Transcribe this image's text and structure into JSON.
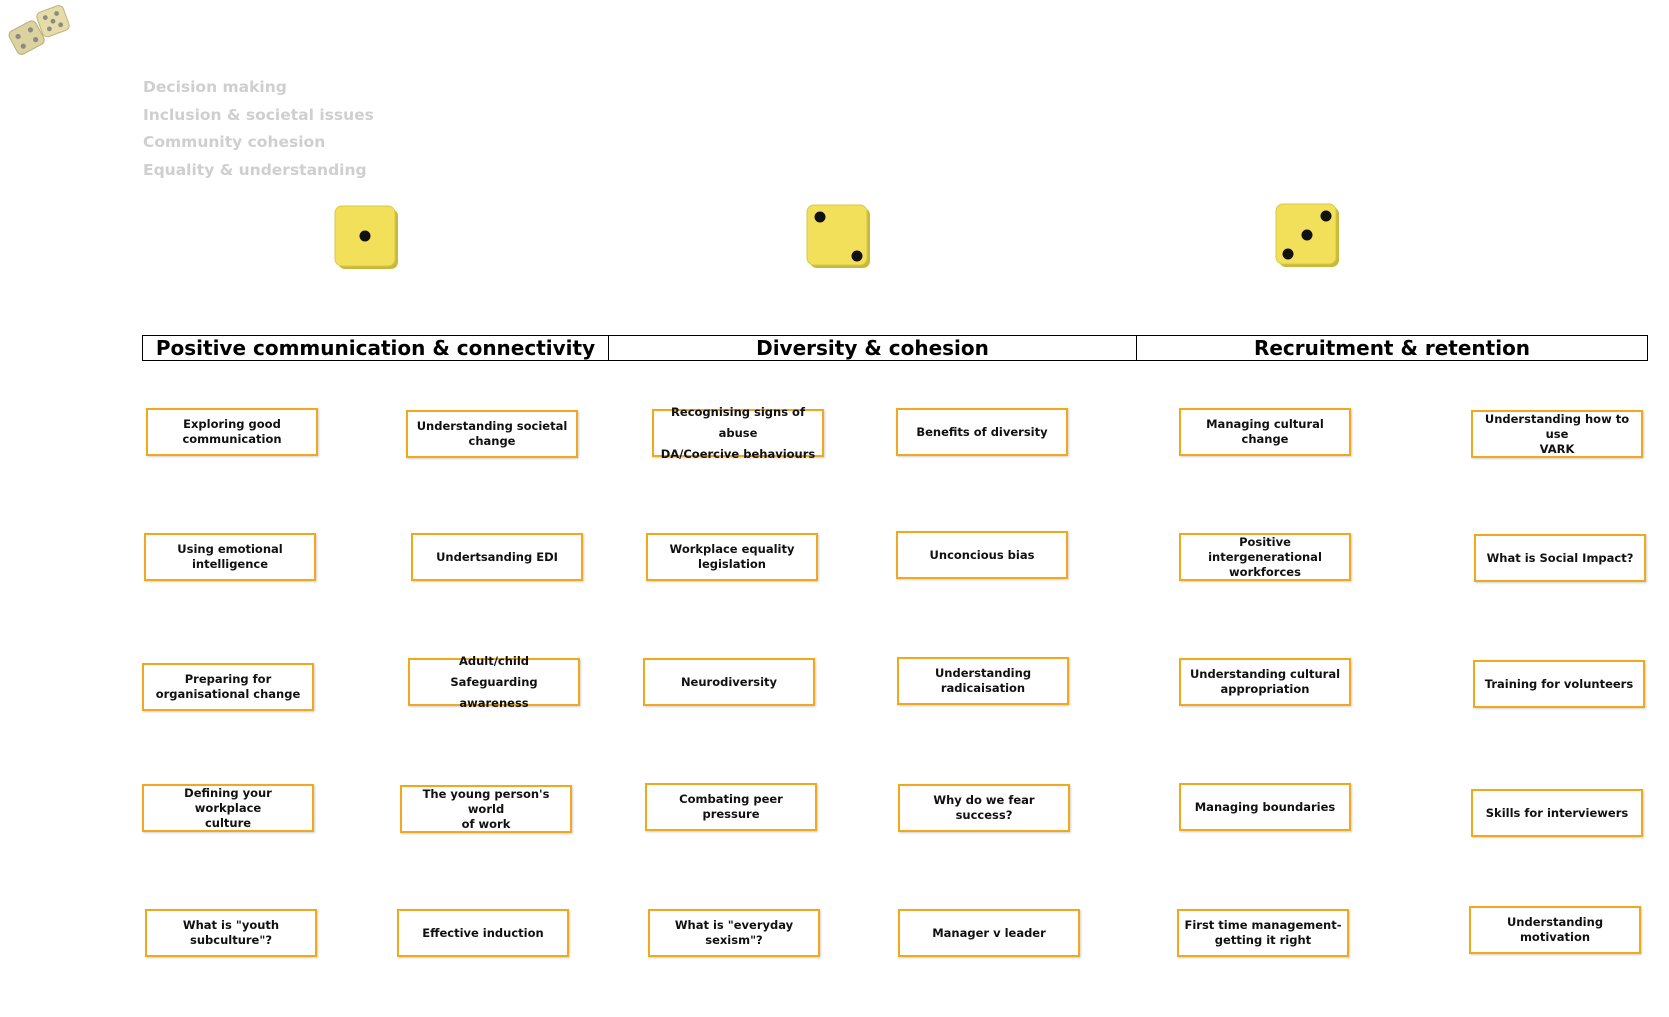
{
  "themes": [
    "Decision making",
    "Inclusion & societal issues",
    "Community cohesion",
    "Equality & understanding"
  ],
  "dice": {
    "color": "#f2e05a",
    "faces": [
      1,
      2,
      3
    ]
  },
  "categories": [
    "Positive communication & connectivity",
    "Diversity & cohesion",
    "Recruitment & retention"
  ],
  "colors": {
    "card_border": "#f2a81d",
    "theme_text": "#cfcfcf"
  },
  "cards": {
    "c1": [
      "Exploring good\ncommunication",
      "Using emotional\nintelligence",
      "Preparing for\norganisational  change",
      "Defining your workplace\nculture",
      "What is \"youth\nsubculture\"?"
    ],
    "c2": [
      "Understanding societal\nchange",
      "Undertsanding EDI",
      "Adult/child\nSafeguarding awareness",
      "The young person's world\nof work",
      "Effective induction"
    ],
    "c3": [
      "Recognising  signs of abuse\nDA/Coercive behaviours",
      "Workplace equality\nlegislation",
      "Neurodiversity",
      "Combating peer pressure",
      "What is \"everyday\nsexism\"?"
    ],
    "c4": [
      "Benefits of diversity",
      "Unconcious bias",
      "Understanding\nradicaisation",
      "Why do we fear success?",
      "Manager v leader"
    ],
    "c5": [
      "Managing cultural change",
      "Positive intergenerational\nworkforces",
      "Understanding cultural\nappropriation",
      "Managing boundaries",
      "First time management-\ngetting it right"
    ],
    "c6": [
      "Understanding how to use\nVARK",
      "What is Social Impact?",
      "Training for volunteers",
      "Skills for interviewers",
      "Understanding motivation"
    ]
  }
}
